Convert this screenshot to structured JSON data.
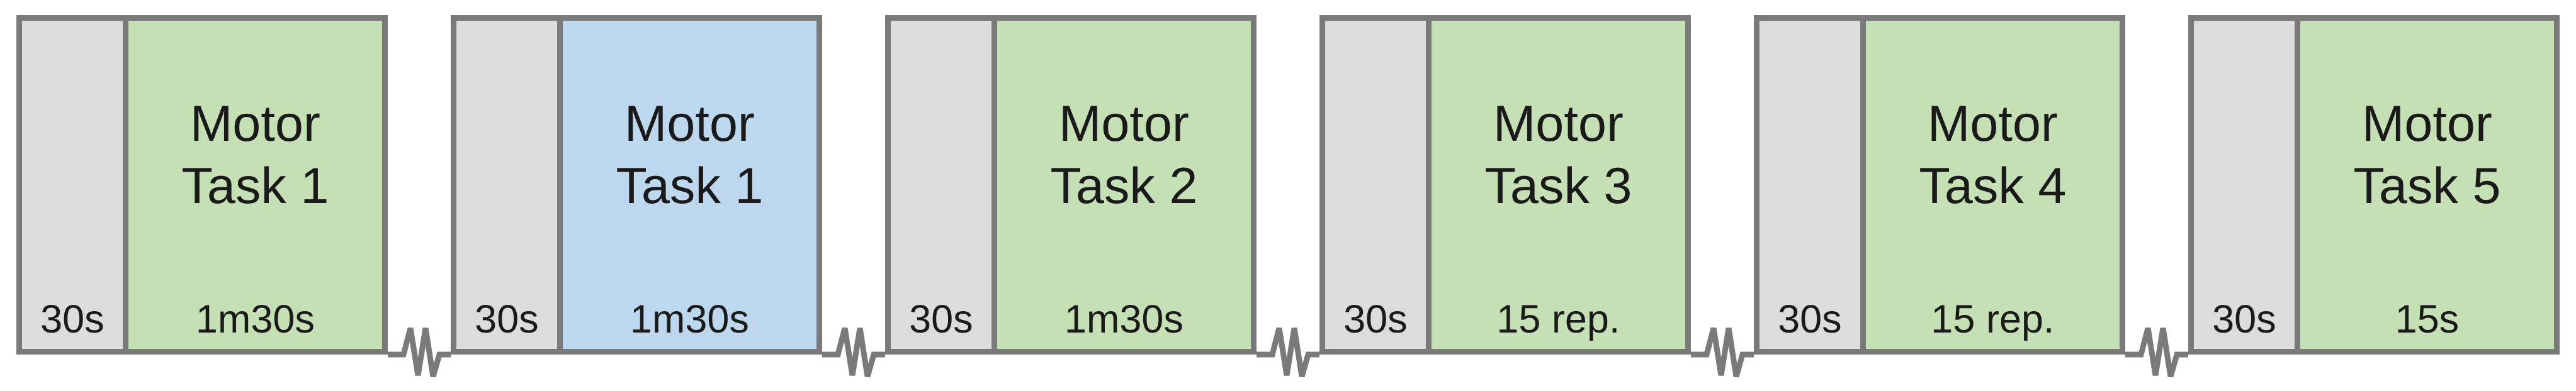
{
  "diagram": {
    "description": "Experimental paradigm timeline of alternating rest and motor task blocks",
    "colors": {
      "background": "#ffffff",
      "outline_gray": "#7a7a7a",
      "rest_fill": "#dcdcdc",
      "task_green": "#c5e0b4",
      "task_blue": "#bdd7ee",
      "text": "#1a1a1a"
    },
    "blocks": [
      {
        "rest_duration": "30s",
        "task_name": "Motor\nTask 1",
        "task_duration": "1m30s",
        "fill": "#c5e0b4"
      },
      {
        "rest_duration": "30s",
        "task_name": "Motor\nTask 1",
        "task_duration": "1m30s",
        "fill": "#bdd7ee"
      },
      {
        "rest_duration": "30s",
        "task_name": "Motor\nTask 2",
        "task_duration": "1m30s",
        "fill": "#c5e0b4"
      },
      {
        "rest_duration": "30s",
        "task_name": "Motor\nTask 3",
        "task_duration": "15 rep.",
        "fill": "#c5e0b4"
      },
      {
        "rest_duration": "30s",
        "task_name": "Motor\nTask 4",
        "task_duration": "15 rep.",
        "fill": "#c5e0b4"
      },
      {
        "rest_duration": "30s",
        "task_name": "Motor\nTask 5",
        "task_duration": "15s",
        "fill": "#c5e0b4"
      }
    ],
    "separator_symbol": "time-break-squiggle"
  }
}
